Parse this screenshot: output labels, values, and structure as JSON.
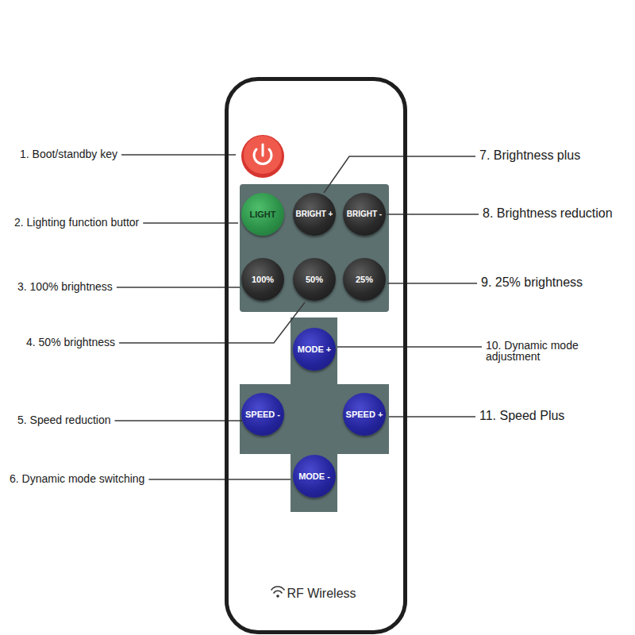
{
  "diagram": {
    "nodes": [
      {
        "text": [
          "RF Wireless"
        ]
      },
      {
        "text": [
          "LIGHT"
        ],
        "in": 0
      },
      {
        "text": [
          "BRIGHT +"
        ],
        "in": 0
      },
      {
        "text": [
          "BRIGHT -"
        ],
        "in": 0
      },
      {
        "text": [
          "100%"
        ],
        "in": 0
      },
      {
        "text": [
          "50%"
        ],
        "in": 0
      },
      {
        "text": [
          "25%"
        ],
        "in": 0
      },
      {
        "text": [
          "MODE +"
        ],
        "in": 0
      },
      {
        "text": [
          "SPEED -"
        ],
        "in": 0
      },
      {
        "text": [
          "SPEED +"
        ],
        "in": 0
      },
      {
        "text": [
          "MODE -"
        ],
        "in": 0
      }
    ],
    "labels": [
      "1. Boot/standby key",
      "2. Lighting function buttor",
      "3. 100% brightness",
      "4. 50% brightness",
      "5. Speed reduction",
      "6. Dynamic mode switching",
      "7. Brightness plus",
      "8. Brightness reduction",
      "9. 25% brightness",
      "10. Dynamic mode adjustment",
      "11. Speed Plus"
    ]
  }
}
